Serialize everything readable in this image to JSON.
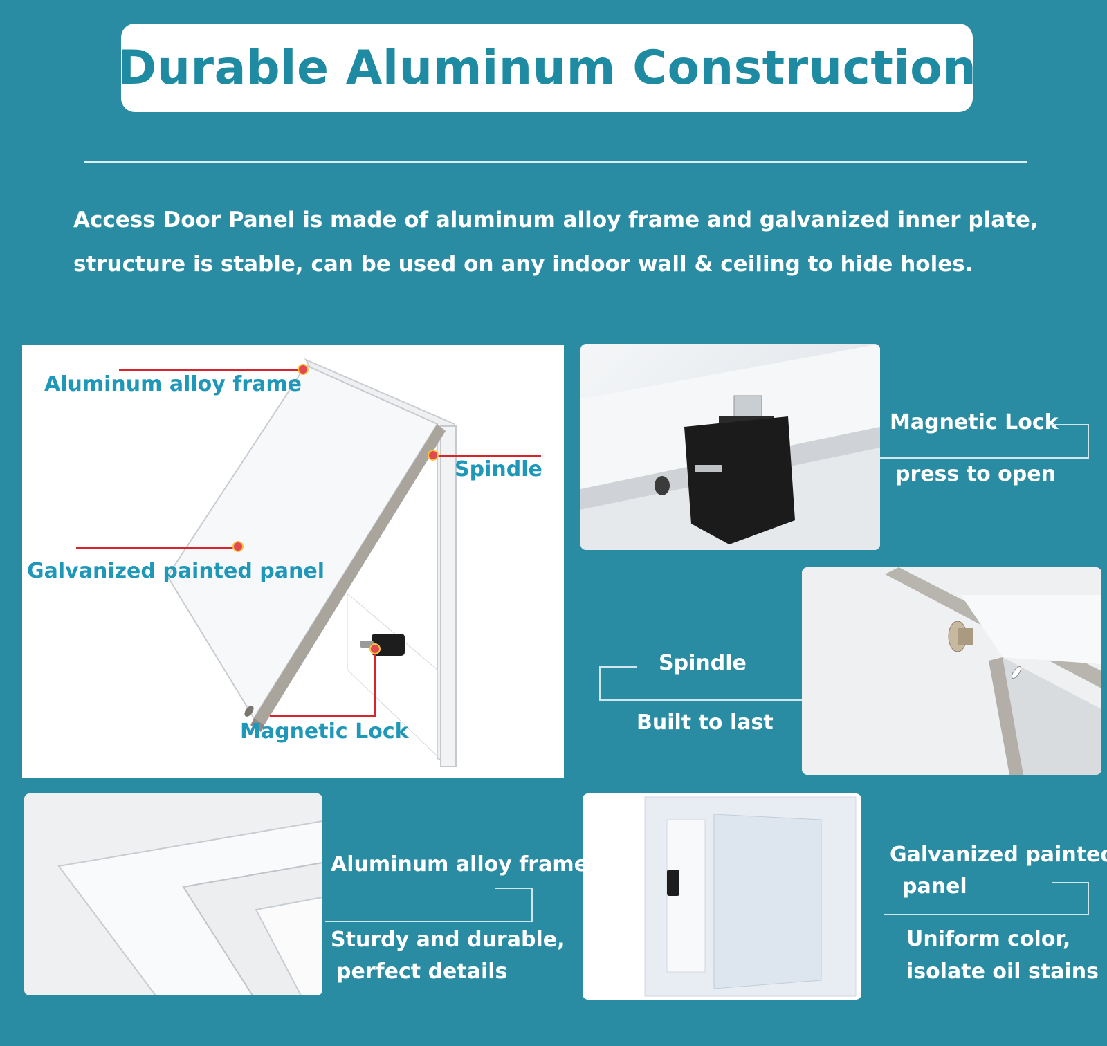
{
  "header": {
    "title": "Durable Aluminum Construction"
  },
  "description": {
    "line1": "Access Door Panel is made of aluminum alloy frame and galvanized inner plate,",
    "line2": "structure is stable, can be used on any indoor wall & ceiling to hide holes."
  },
  "main_diagram": {
    "label_frame": "Aluminum alloy frame",
    "label_spindle": "Spindle",
    "label_panel": "Galvanized painted panel",
    "label_lock": "Magnetic Lock"
  },
  "feature_lock": {
    "title": "Magnetic Lock",
    "subtitle": "press to open"
  },
  "feature_spindle": {
    "title": "Spindle",
    "subtitle": "Built to last"
  },
  "feature_frame": {
    "title": "Aluminum alloy frame",
    "subtitle_line1": "Sturdy and durable,",
    "subtitle_line2": "perfect details"
  },
  "feature_panel": {
    "title_line1": "Galvanized painted",
    "title_line2": "panel",
    "subtitle_line1": "Uniform color,",
    "subtitle_line2": "isolate oil stains"
  },
  "colors": {
    "background": "#2a8ca3",
    "title_text": "#1f8ba2",
    "label_blue": "#1e97b8",
    "callout_red": "#d8242c"
  }
}
